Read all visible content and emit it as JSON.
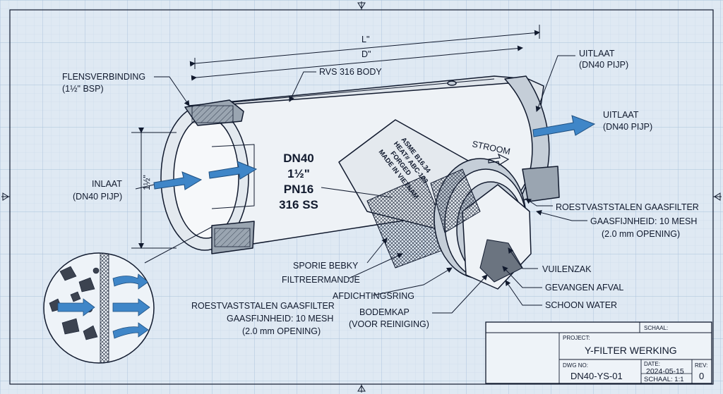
{
  "colors": {
    "paper": "#dfe9f3",
    "grid": "#bcd0e4",
    "ink": "#111a2e",
    "flow_arrow": "#3f86c8",
    "metal": "#e9eef3",
    "metal_shade": "#c5ced8",
    "flange": "#9aa5b1"
  },
  "dimensions": {
    "overall": "L\"",
    "body": "D\"",
    "inlet_height": "1½\""
  },
  "body_marking": {
    "line1": "DN40",
    "line2": "1½\"",
    "line3": "PN16",
    "line4": "316 SS"
  },
  "cap_marking": {
    "line1": "ASME B16.34",
    "line2": "HEAT# ABC-123",
    "line3": "FORGED",
    "line4": "MADE IN VIETNAM"
  },
  "flow_word": "STROOM",
  "labels": {
    "flange_1": "FLENSVERBINDING",
    "flange_2": "(1½\" BSP)",
    "body": "RVS 316 BODY",
    "outlet_top_1": "UITLAAT",
    "outlet_top_2": "(DN40 PIJP)",
    "outlet_right_1": "UITLAAT",
    "outlet_right_2": "(DN40 PIJP)",
    "inlet_1": "INLAAT",
    "inlet_2": "(DN40 PIJP)",
    "screen_right": "ROESTVASTSTALEN GAASFILTER",
    "mesh_right_1": "GAASFIJNHEID: 10 MESH",
    "mesh_right_2": "(2.0 mm OPENING)",
    "sporie": "SPORIE BEBKY",
    "basket": "FILTREERMANDJE",
    "seal": "AFDICHTINGSRING",
    "cap_1": "BODEMKAP",
    "cap_2": "(VOOR REINIGING)",
    "screen_left_1": "ROESTVASTSTALEN GAASFILTER",
    "screen_left_2": "GAASFIJNHEID: 10 MESH",
    "screen_left_3": "(2.0 mm OPENING)",
    "dirt_bag": "VUILENZAK",
    "debris": "GEVANGEN AFVAL",
    "clean_water": "SCHOON WATER"
  },
  "title_block": {
    "scale_label": "SCHAAL:",
    "project_label": "PROJECT:",
    "title": "Y-FILTER WERKING",
    "dwg_label": "DWG NO:",
    "dwg_no": "DN40-YS-01",
    "date_label": "DATE:",
    "date": "2024-05-15",
    "scale_value": "SCHAAL: 1:1",
    "rev_label": "REV:",
    "rev": "0"
  }
}
